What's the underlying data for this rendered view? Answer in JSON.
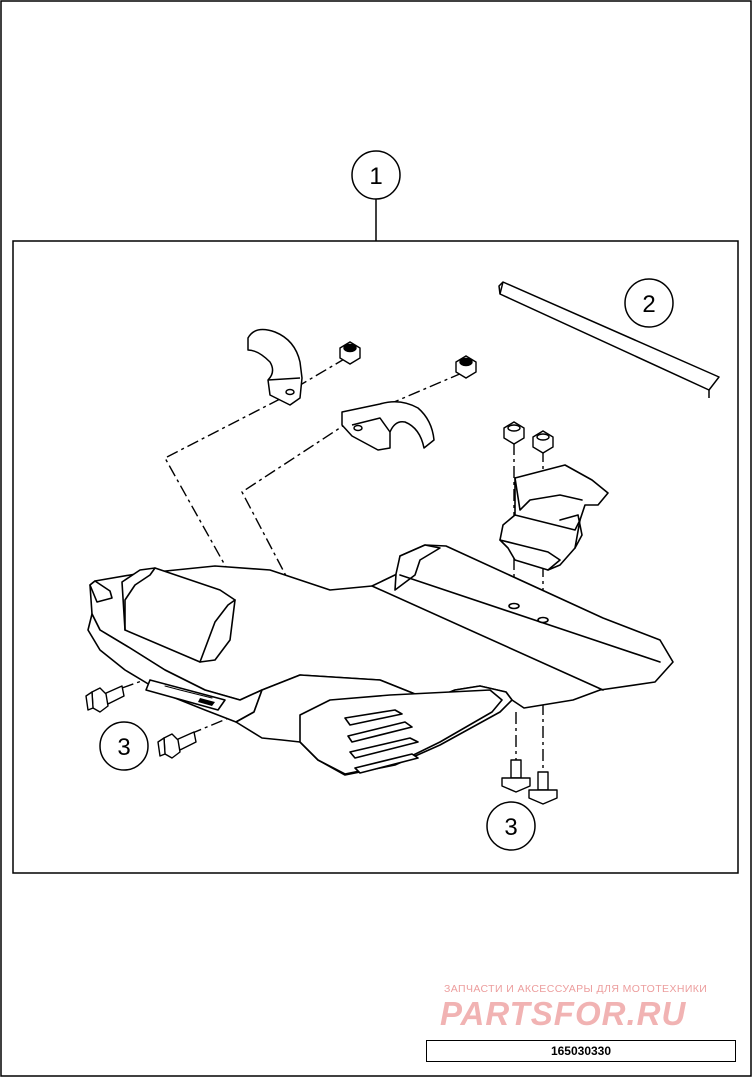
{
  "callouts": [
    {
      "id": "1",
      "label": "1"
    },
    {
      "id": "2",
      "label": "2"
    },
    {
      "id": "3a",
      "label": "3"
    },
    {
      "id": "3b",
      "label": "3"
    }
  ],
  "watermark": {
    "tagline": "ЗАПЧАСТИ И АКСЕССУАРЫ ДЛЯ МОТОТЕХНИКИ",
    "brand": "PARTSFOR.RU"
  },
  "document_number": "165030330",
  "colors": {
    "line": "#000000",
    "watermark": "#e88a8a"
  }
}
